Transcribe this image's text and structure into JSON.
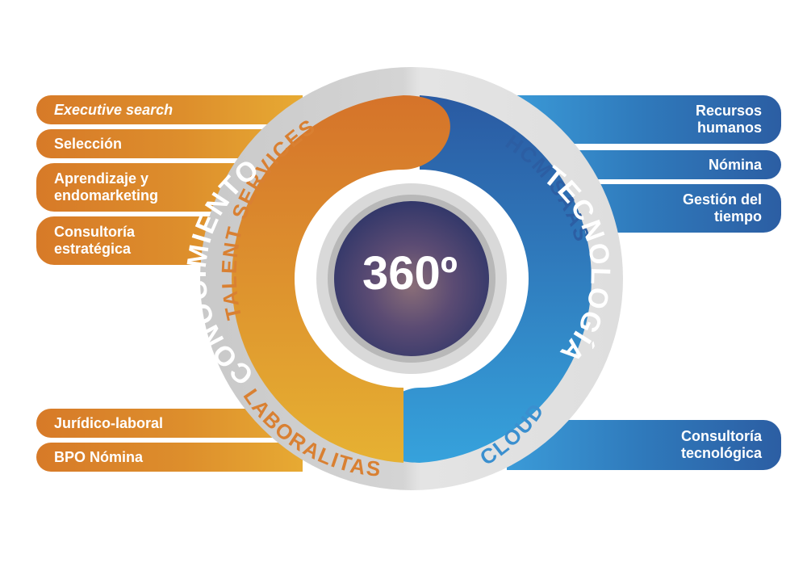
{
  "center": {
    "label": "360º"
  },
  "ring": {
    "talent": "TALENT SERVICES",
    "laboralitas": "LABORALITAS",
    "hcm": "HCM SAAS",
    "cloud": "CLOUD"
  },
  "inner": {
    "conocimiento": "CONOCIMIENTO",
    "tecnologia": "TECNOLOGÍA"
  },
  "left_items": [
    {
      "lines": [
        "Executive search"
      ]
    },
    {
      "lines": [
        "Selección"
      ]
    },
    {
      "lines": [
        "Aprendizaje y",
        "endomarketing"
      ]
    },
    {
      "lines": [
        "Consultoría",
        "estratégica"
      ]
    },
    {
      "lines": [
        "Jurídico-laboral"
      ]
    },
    {
      "lines": [
        "BPO Nómina"
      ]
    }
  ],
  "right_items": [
    {
      "lines": [
        "Recursos",
        "humanos"
      ]
    },
    {
      "lines": [
        "Nómina"
      ]
    },
    {
      "lines": [
        "Gestión del",
        "tiempo"
      ]
    },
    {
      "lines": [
        "Consultoría",
        "tecnológica"
      ]
    }
  ],
  "colors": {
    "orange": "#e08a2c",
    "orange_text": "#d97f2e",
    "blue": "#2f79bb",
    "blue_text": "#2c5ea3",
    "ring_gray": "#cfcfcf",
    "ring_light": "#e6e6e6"
  }
}
